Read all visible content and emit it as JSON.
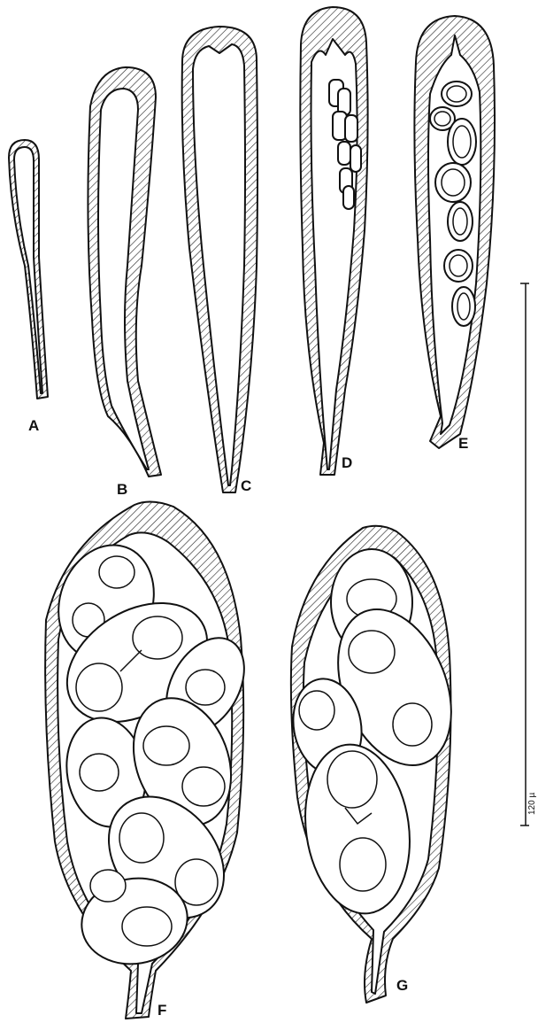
{
  "figure": {
    "labels": {
      "a": "A",
      "b": "B",
      "c": "C",
      "d": "D",
      "e": "E",
      "f": "F",
      "g": "G"
    },
    "scale_bar": {
      "text": "120 µ"
    }
  }
}
